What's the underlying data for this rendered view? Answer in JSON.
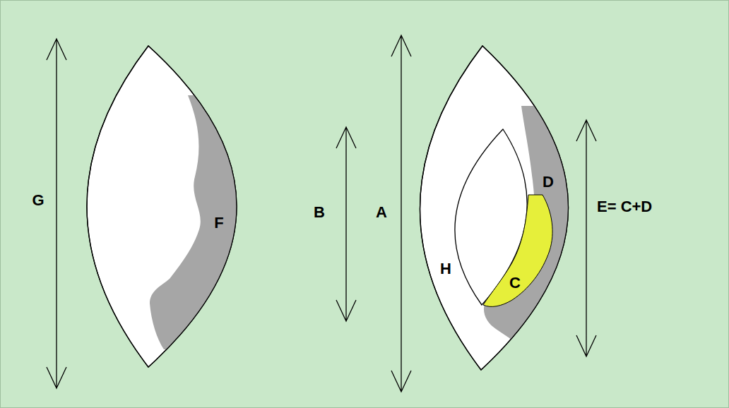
{
  "diagram": {
    "labels": [
      "G",
      "F",
      "B",
      "A",
      "H",
      "D",
      "C",
      "E= C+D"
    ]
  }
}
